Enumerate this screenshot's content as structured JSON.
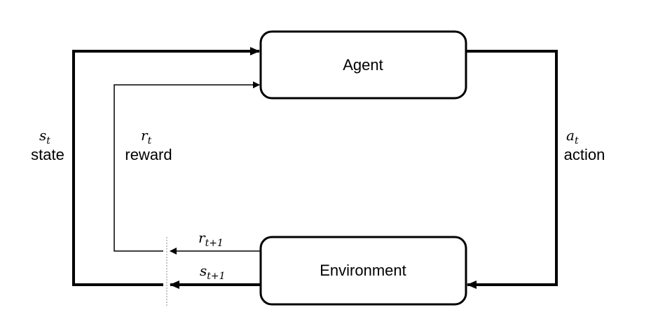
{
  "nodes": {
    "agent": "Agent",
    "environment": "Environment"
  },
  "labels": {
    "state_symbol": "s",
    "state_sub": "t",
    "state": "state",
    "reward_symbol": "r",
    "reward_sub": "t",
    "reward": "reward",
    "action_symbol": "a",
    "action_sub": "t",
    "action": "action",
    "next_reward_symbol": "r",
    "next_reward_sub": "t+1",
    "next_state_symbol": "s",
    "next_state_sub": "t+1"
  }
}
